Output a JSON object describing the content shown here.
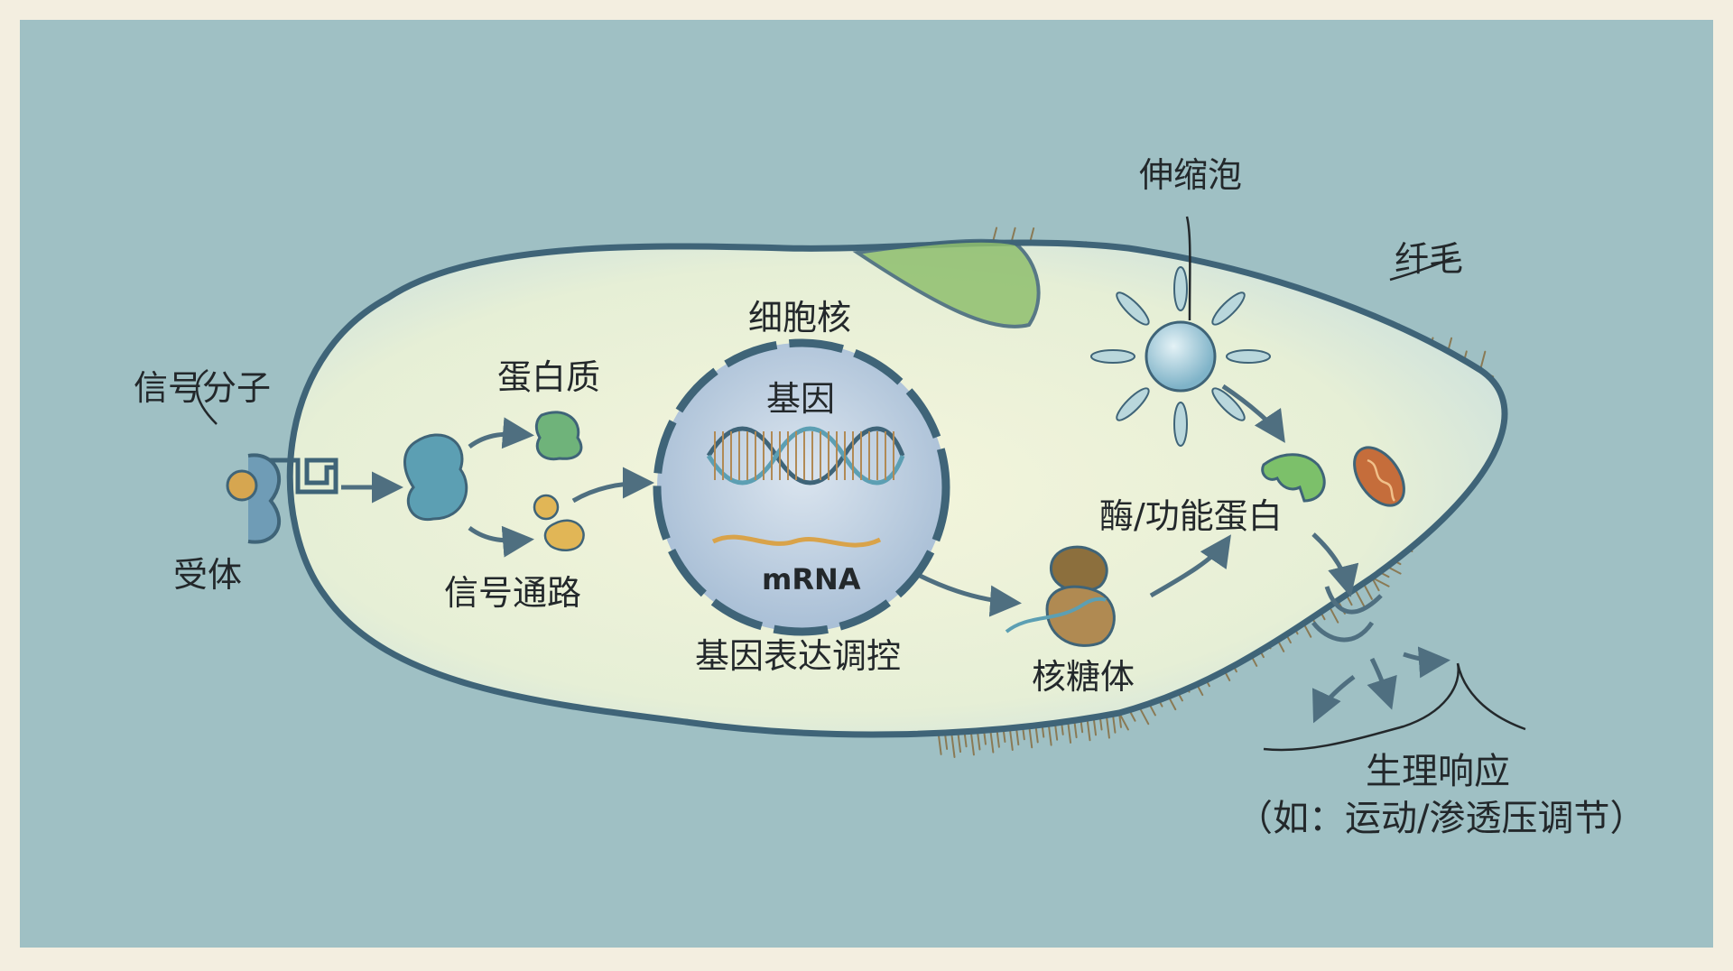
{
  "colors": {
    "page_border": "#f3eee0",
    "background": "#9fc0c4",
    "cell_fill": "#eef1d6",
    "membrane": "#3f6478",
    "nucleus_fill": "#bccfe0",
    "arrow": "#4f6f80",
    "green_organelle": "#8fbf6e",
    "cilia": "#8a7a55"
  },
  "labels": {
    "signal_molecule": "信号分子",
    "receptor": "受体",
    "protein": "蛋白质",
    "signal_pathway": "信号通路",
    "nucleus": "细胞核",
    "gene": "基因",
    "mrna": "mRNA",
    "gene_expression": "基因表达调控",
    "ribosome": "核糖体",
    "enzyme": "酶/功能蛋白",
    "contractile_vacuole": "伸缩泡",
    "cilia": "纤毛",
    "response_title": "生理响应",
    "response_detail": "（如：运动/渗透压调节）"
  },
  "icons": [
    "signal-molecule-icon",
    "receptor-icon",
    "dna-helix-icon",
    "ribosome-icon",
    "contractile-vacuole-icon",
    "mitochondrion-icon",
    "enzyme-icon",
    "oral-groove-icon"
  ]
}
